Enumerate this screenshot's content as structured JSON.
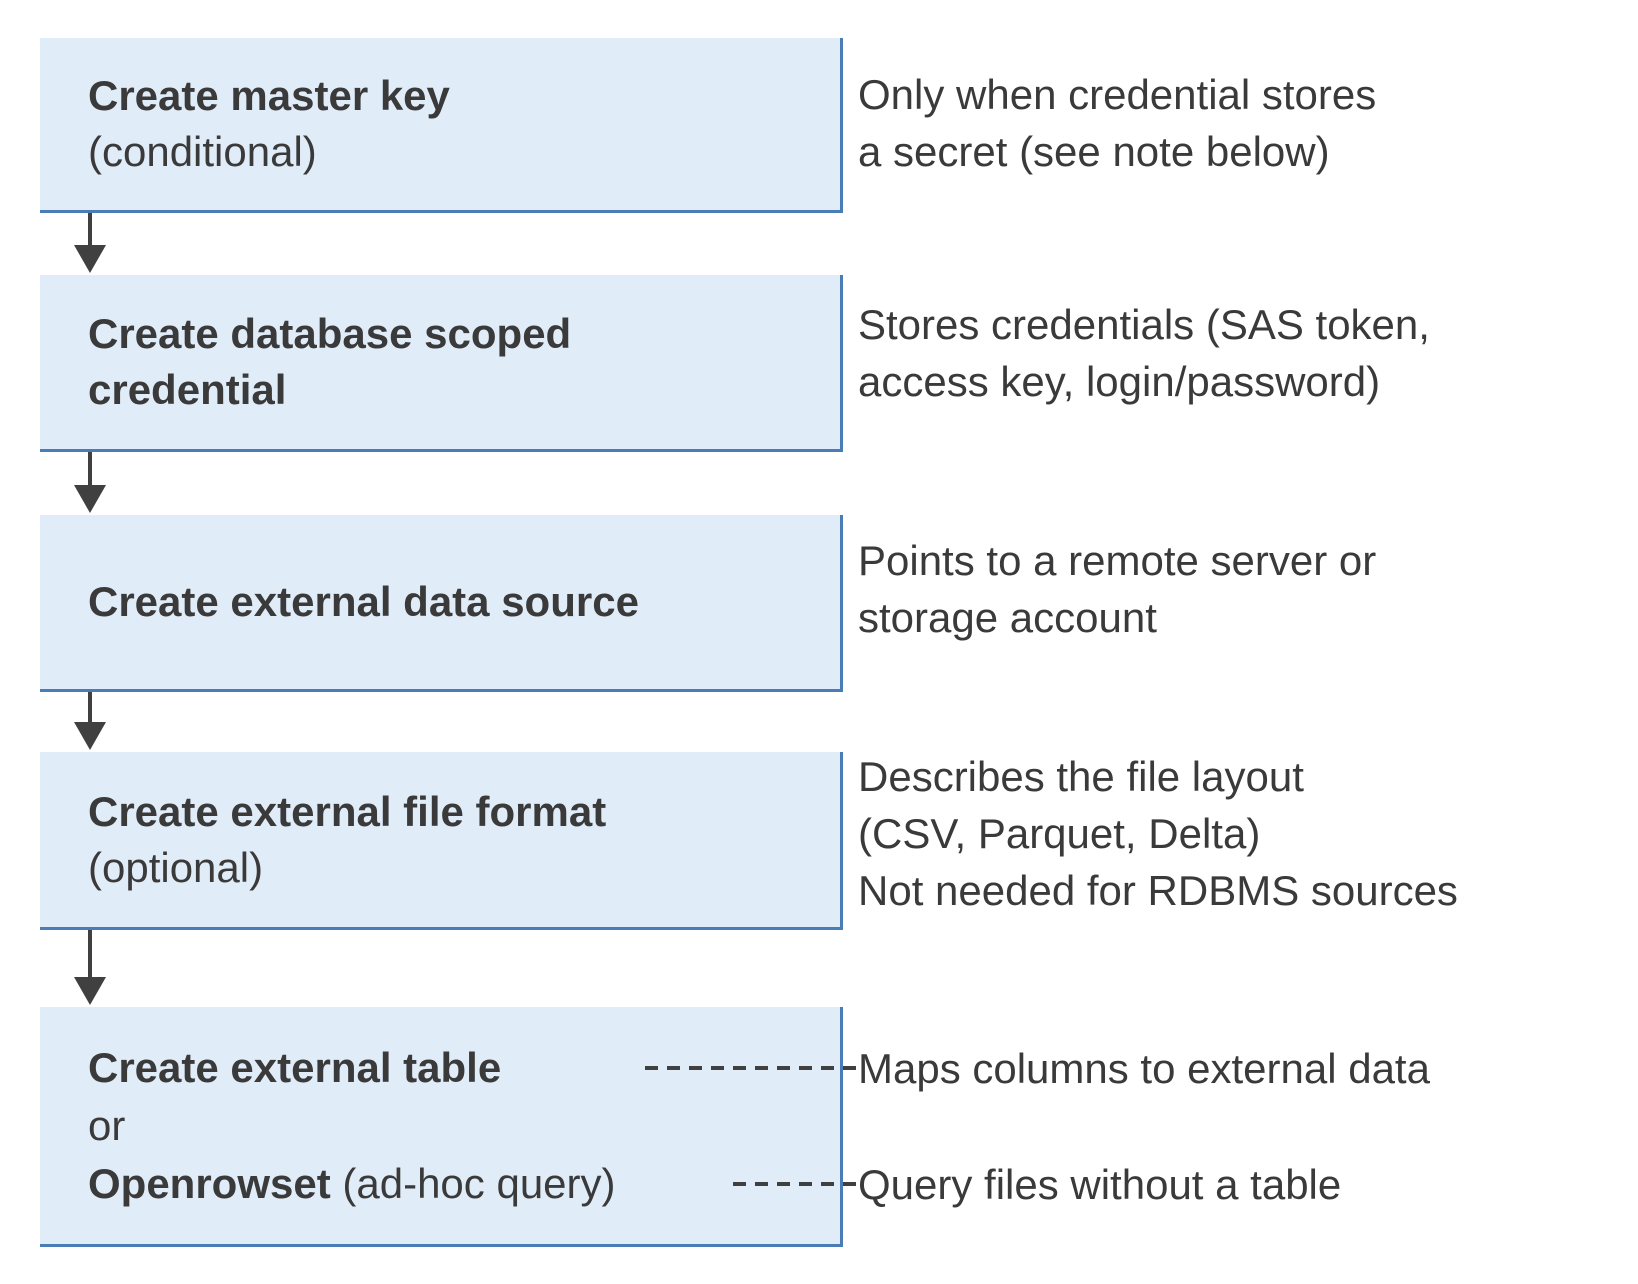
{
  "colors": {
    "box_fill": "#e1ecf9",
    "box_border": "#4a7cb5",
    "text": "#3a3a3a",
    "connector": "#404040",
    "background": "#ffffff"
  },
  "flow": {
    "boxes": [
      {
        "title": "Create master key",
        "subtitle": "(conditional)"
      },
      {
        "title": "Create database scoped\ncredential",
        "subtitle": ""
      },
      {
        "title": "Create external data source",
        "subtitle": ""
      },
      {
        "title": "Create external file format",
        "subtitle": "(optional)"
      },
      {
        "title": "Create external table",
        "or_label": "or",
        "alt_title": "Openrowset",
        "alt_suffix": " (ad-hoc query)"
      }
    ],
    "notes": [
      {
        "text": "Only when credential stores\na secret (see note below)"
      },
      {
        "text": "Stores credentials (SAS token,\naccess key, login/password)"
      },
      {
        "text": "Points to a remote server or\nstorage account"
      },
      {
        "text": "Describes the file layout\n(CSV, Parquet, Delta)\nNot needed for RDBMS sources"
      },
      {
        "text": "Maps columns to external data"
      },
      {
        "text": "Query files without a table"
      }
    ]
  }
}
